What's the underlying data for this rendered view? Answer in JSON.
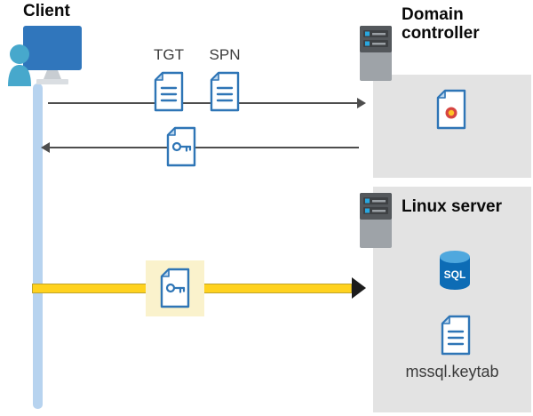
{
  "diagram": {
    "client": {
      "label": "Client"
    },
    "domain_controller": {
      "label": "Domain controller"
    },
    "linux_server": {
      "label": "Linux server",
      "sql_label": "SQL",
      "keytab_label": "mssql.keytab"
    },
    "messages": {
      "tgt": "TGT",
      "spn": "SPN"
    }
  },
  "colors": {
    "accent_blue": "#2E75B6",
    "fold_blue": "#BDD7EE",
    "monitor_blue": "#3076BC",
    "person_teal": "#47A8CC",
    "lifeline_blue": "#B7D3EF",
    "panel_gray": "#E3E3E3",
    "arrow_gray": "#4D4D4D",
    "highlight_yellow": "#FFD21E",
    "highlight_yellow_border": "#BFA32A",
    "highlight_panel": "#FAF2CC",
    "arrowhead_black": "#1C1C1C",
    "sql_blue": "#0D6CB5",
    "sql_top": "#4FA8DE",
    "cert_red": "#D64541",
    "cert_gold": "#FFC425",
    "server_gray": "#9EA3A8",
    "server_dark": "#54585C",
    "server_bay": "#3E4144",
    "server_dot": "#29A8E0"
  }
}
